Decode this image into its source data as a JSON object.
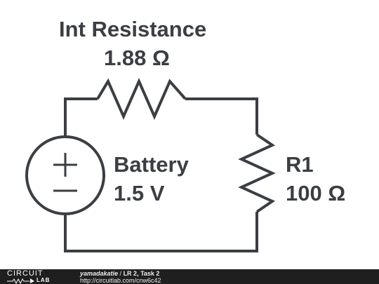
{
  "components": {
    "internal_resistor": {
      "name": "Int Resistance",
      "value": "1.88 Ω"
    },
    "battery": {
      "name": "Battery",
      "value": "1.5 V",
      "plus": "+",
      "minus": "—"
    },
    "load_resistor": {
      "name": "R1",
      "value": "100 Ω"
    }
  },
  "footer": {
    "logo_top": "CIRCUIT",
    "logo_bottom": "LAB",
    "author": "yamadakatie",
    "separator": " / ",
    "title": "LR 2, Task 2",
    "url": "http://circuitlab.com/cnw6c42"
  },
  "colors": {
    "wire": "#3b3e42",
    "footer_bg": "#1f1f1f"
  }
}
